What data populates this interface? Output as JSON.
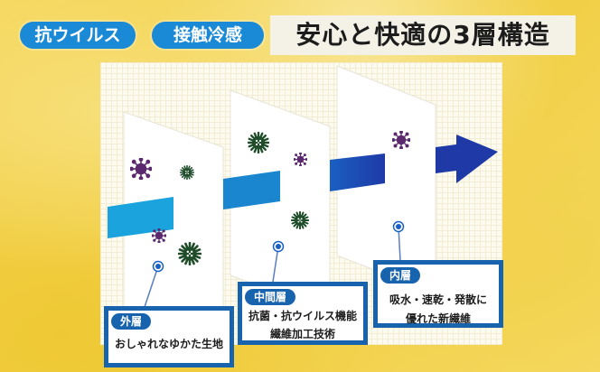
{
  "badges": [
    {
      "label": "抗ウイルス",
      "color": "#1a8ad6"
    },
    {
      "label": "接触冷感",
      "color": "#1a8ad6"
    }
  ],
  "title": "安心と快適の3層構造",
  "colors": {
    "background_gold": "#f2d24e",
    "callout_border": "#1763ad",
    "arrow_light": "#1aa3dc",
    "arrow_mid": "#1a86cf",
    "arrow_dark": "#1f3aa6",
    "virus_purple": "#5b2a6e",
    "bacteria_green": "#1f4d2a"
  },
  "layers": [
    {
      "name": "外層",
      "description_lines": [
        "おしゃれなゆかた生地"
      ],
      "icons": [
        "virus-icon",
        "bacteria-icon",
        "virus-icon",
        "bacteria-icon"
      ]
    },
    {
      "name": "中間層",
      "description_lines": [
        "抗菌・抗ウイルス機能",
        "繊維加工技術"
      ],
      "icons": [
        "bacteria-icon",
        "virus-icon",
        "bacteria-icon"
      ]
    },
    {
      "name": "内層",
      "description_lines": [
        "吸水・速乾・発散に",
        "優れた新繊維"
      ],
      "icons": [
        "virus-icon"
      ]
    }
  ],
  "flow_arrow": {
    "direction": "right"
  }
}
